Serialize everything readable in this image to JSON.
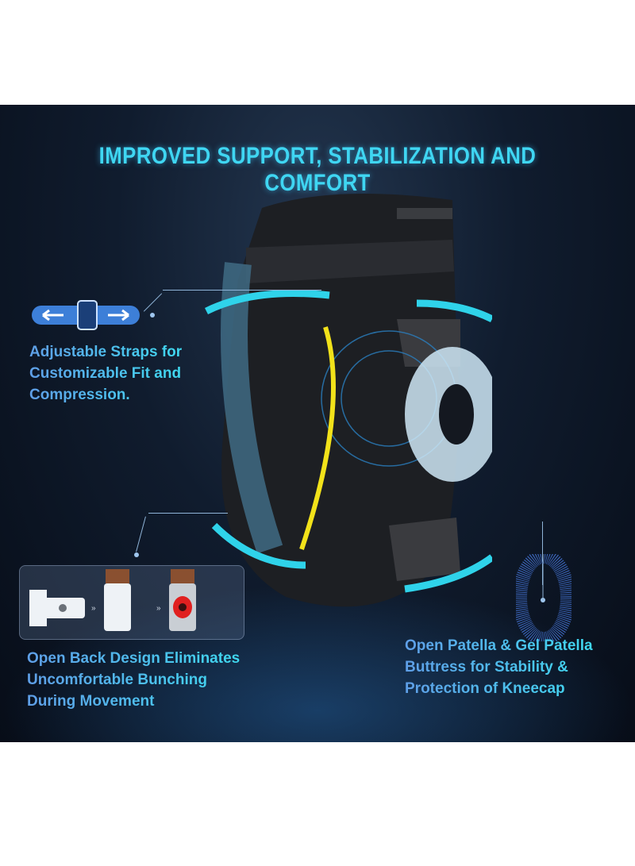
{
  "title": "IMPROVED SUPPORT, STABILIZATION AND COMFORT",
  "features": {
    "straps": {
      "lines": [
        "Adjustable Straps for",
        "Customizable Fit and",
        "Compression."
      ],
      "icon": "adjustable-strap-icon"
    },
    "open_back": {
      "lines": [
        "Open Back Design Eliminates",
        "Uncomfortable Bunching",
        "During Movement"
      ],
      "icon": "open-back-diagram-icon"
    },
    "patella": {
      "lines": [
        "Open Patella & Gel Patella",
        "Buttress for Stability &",
        "Protection of Kneecap"
      ],
      "icon": "patella-ring-icon"
    }
  },
  "colors": {
    "accent": "#3fd6f2",
    "text_start": "#5f9fe8",
    "background": "#0c1626",
    "support_arrow": "#f2e21a"
  }
}
